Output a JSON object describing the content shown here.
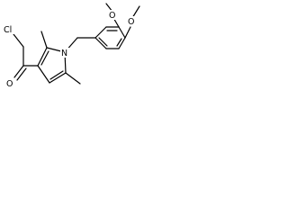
{
  "molecule": {
    "atoms": {
      "chlorine": "Cl",
      "carbonyl_oxygen": "O",
      "pyrrole_nitrogen": "N",
      "methoxy_oxygen_top": "O",
      "methoxy_oxygen_right": "O"
    },
    "colors": {
      "bond": "#000000",
      "label": "#000000",
      "background": "#ffffff"
    }
  }
}
